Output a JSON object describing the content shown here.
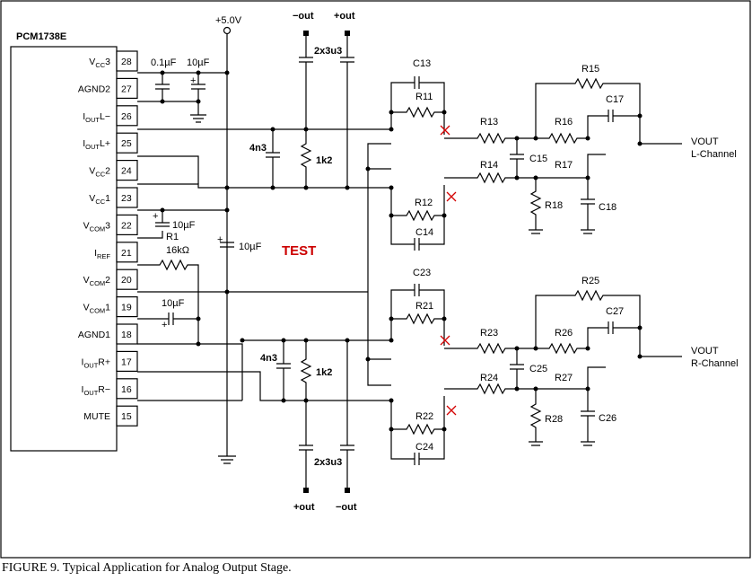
{
  "chip": {
    "name": "PCM1738E",
    "pins": [
      {
        "num": "28",
        "label": "VCC3",
        "main": "V",
        "sub": "CC",
        "suffix": "3"
      },
      {
        "num": "27",
        "label": "AGND2",
        "main": "AGND2",
        "sub": "",
        "suffix": ""
      },
      {
        "num": "26",
        "label": "IOUTL−",
        "main": "I",
        "sub": "OUT",
        "suffix": "L−"
      },
      {
        "num": "25",
        "label": "IOUTL+",
        "main": "I",
        "sub": "OUT",
        "suffix": "L+"
      },
      {
        "num": "24",
        "label": "VCC2",
        "main": "V",
        "sub": "CC",
        "suffix": "2"
      },
      {
        "num": "23",
        "label": "VCC1",
        "main": "V",
        "sub": "CC",
        "suffix": "1"
      },
      {
        "num": "22",
        "label": "VCOM3",
        "main": "V",
        "sub": "COM",
        "suffix": "3"
      },
      {
        "num": "21",
        "label": "IREF",
        "main": "I",
        "sub": "REF",
        "suffix": ""
      },
      {
        "num": "20",
        "label": "VCOM2",
        "main": "V",
        "sub": "COM",
        "suffix": "2"
      },
      {
        "num": "19",
        "label": "VCOM1",
        "main": "V",
        "sub": "COM",
        "suffix": "1"
      },
      {
        "num": "18",
        "label": "AGND1",
        "main": "AGND1",
        "sub": "",
        "suffix": ""
      },
      {
        "num": "17",
        "label": "IOUTR+",
        "main": "I",
        "sub": "OUT",
        "suffix": "R+"
      },
      {
        "num": "16",
        "label": "IOUTR−",
        "main": "I",
        "sub": "OUT",
        "suffix": "R−"
      },
      {
        "num": "15",
        "label": "MUTE",
        "main": "MUTE",
        "sub": "",
        "suffix": ""
      }
    ]
  },
  "supply": {
    "plus5": "+5.0V",
    "minus_out": "−out",
    "plus_out": "+out"
  },
  "values": {
    "cap_01uF": "0.1µF",
    "cap_10uF": "10µF",
    "r1": "R1",
    "r1_value": "16kΩ",
    "c_2x3u3": "2x3u3",
    "c_4n3": "4n3",
    "r_1k2": "1k2"
  },
  "test_label": "TEST",
  "outputs": {
    "left_main": "VOUT",
    "left_name": "L-Channel",
    "right_main": "VOUT",
    "right_name": "R-Channel"
  },
  "components": {
    "C13": "C13",
    "R11": "R11",
    "R13": "R13",
    "R15": "R15",
    "C17": "C17",
    "R16": "R16",
    "C15": "C15",
    "R14": "R14",
    "R17": "R17",
    "R18": "R18",
    "C18": "C18",
    "R12": "R12",
    "C14": "C14",
    "C23": "C23",
    "R21": "R21",
    "R23": "R23",
    "R25": "R25",
    "C27": "C27",
    "R26": "R26",
    "C25": "C25",
    "R24": "R24",
    "R27": "R27",
    "R28": "R28",
    "C26": "C26",
    "R22": "R22",
    "C24": "C24"
  },
  "caption": "FIGURE 9. Typical Application for Analog Output Stage."
}
